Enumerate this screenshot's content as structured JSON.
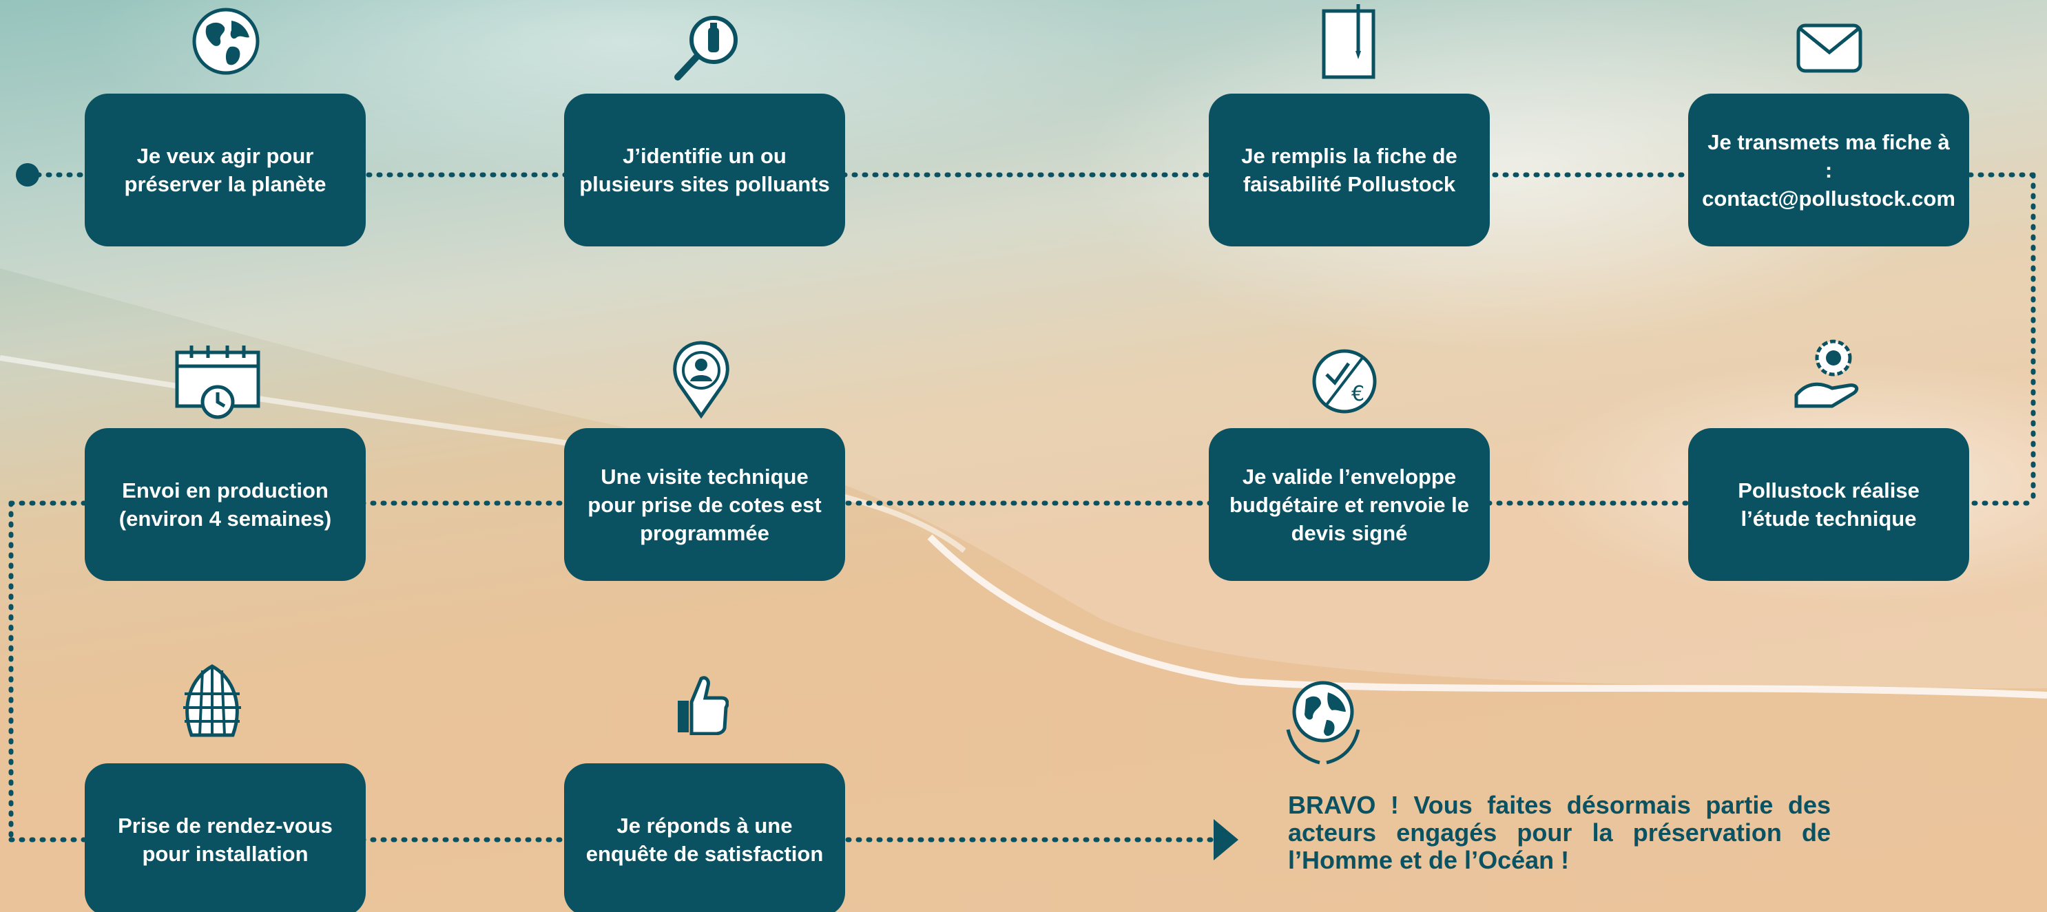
{
  "steps": [
    {
      "label": "Je veux agir pour\npréserver la planète",
      "icon": "globe-icon"
    },
    {
      "label": "J’identifie un ou\nplusieurs sites polluants",
      "icon": "magnifier-bottle-icon"
    },
    {
      "label": "Je remplis la fiche de\nfaisabilité Pollustock",
      "icon": "document-pen-icon"
    },
    {
      "label": "Je transmets ma fiche à :\ncontact@pollustock.com",
      "icon": "envelope-icon"
    },
    {
      "label": "Pollustock réalise\nl’étude technique",
      "icon": "hand-gear-icon"
    },
    {
      "label": "Je valide l’enveloppe\nbudgétaire et renvoie le\ndevis signé",
      "icon": "check-euro-icon"
    },
    {
      "label": "Une visite technique\npour prise de cotes est\nprogrammée",
      "icon": "location-pin-person-icon"
    },
    {
      "label": "Envoi en production\n(environ 4 semaines)",
      "icon": "calendar-clock-icon"
    },
    {
      "label": "Prise de rendez-vous\npour installation",
      "icon": "net-filter-icon"
    },
    {
      "label": "Je réponds à une\nenquête de satisfaction",
      "icon": "thumbs-up-icon"
    }
  ],
  "final": {
    "text": "BRAVO ! Vous faites désormais partie des acteurs engagés pour la préservation de l’Homme et de l’Océan !",
    "icon": "hands-globe-icon"
  },
  "colors": {
    "box": "#0a5261",
    "text_on_box": "#ffffff",
    "connector": "#0a5261",
    "final_text": "#0a5261"
  }
}
